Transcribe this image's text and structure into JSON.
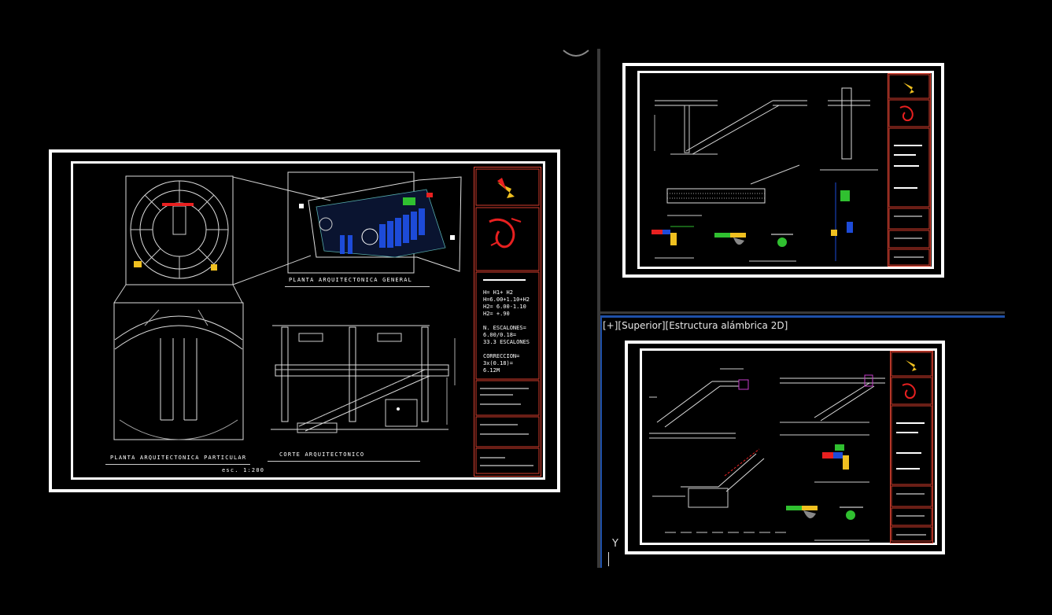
{
  "viewport": {
    "caption": "[+][Superior][Estructura alámbrica 2D]"
  },
  "colors": {
    "background": "#000000",
    "sheet_border": "#ffffff",
    "titleblock_border": "#d43c2c",
    "active_viewport_border": "#1e4fa8",
    "drawing_line": "#e8e8e8",
    "glass_blue": "#1d4bd8",
    "accent_red": "#e82020",
    "accent_yellow": "#f0c020",
    "accent_green": "#30c030"
  },
  "sheet1": {
    "label_plan_general": "PLANTA ARQUITECTONICA GENERAL",
    "label_plan_particular": "PLANTA ARQUITECTONICA PARTICULAR",
    "label_section": "CORTE ARQUITECTONICO",
    "label_scale": "esc. 1:200",
    "calc_lines": [
      "H= H1+ H2",
      "H=6.00+1.10+H2",
      "H2= 6.00-1.10",
      "H2= +.90",
      "",
      "N. ESCALONES=",
      "6.00/0.18=",
      "33.3 ESCALONES",
      "",
      "CORRECCION=",
      "3x(0.18)=",
      "6.12M"
    ]
  },
  "ucs_icon": "Y"
}
